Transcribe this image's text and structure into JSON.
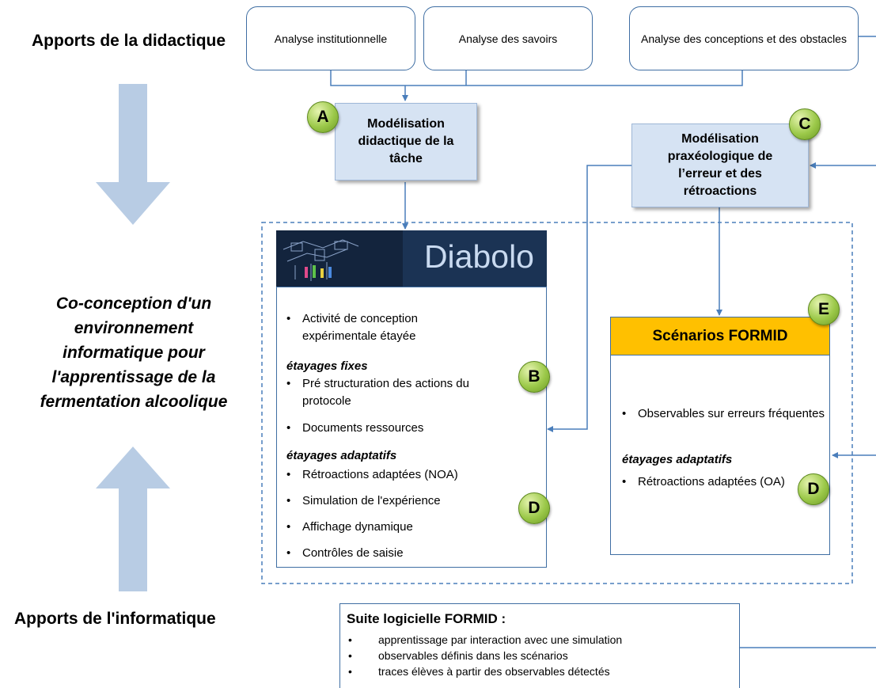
{
  "headings": {
    "didactique": "Apports de la didactique",
    "informatique": "Apports de l'informatique"
  },
  "center_text": [
    "Co-conception d'un",
    "environnement",
    "informatique pour",
    "l'apprentissage de la",
    "fermentation alcoolique"
  ],
  "top_boxes": [
    "Analyse institutionnelle",
    "Analyse des savoirs",
    "Analyse des conceptions et des obstacles"
  ],
  "box_a": "Modélisation didactique de la tâche",
  "box_c": "Modélisation praxéologique de l’erreur et des rétroactions",
  "badges": {
    "a": "A",
    "b": "B",
    "c": "C",
    "d1": "D",
    "d2": "D",
    "e": "E"
  },
  "diabolo": {
    "logo": "Diabolo",
    "item1": "Activité de conception expérimentale étayée",
    "fixes_label": "étayages fixes",
    "fixes": [
      "Pré structuration des actions du protocole",
      "Documents ressources"
    ],
    "adaptatifs_label": "étayages adaptatifs",
    "adaptatifs": [
      "Rétroactions adaptées (NOA)",
      "Simulation de l'expérience",
      "Affichage dynamique",
      "Contrôles de saisie"
    ]
  },
  "formid": {
    "title": "Scénarios FORMID",
    "item1": "Observables sur erreurs fréquentes",
    "adaptatifs_label": "étayages adaptatifs",
    "item2": "Rétroactions adaptées (OA)"
  },
  "suite": {
    "title": "Suite logicielle FORMID :",
    "items": [
      "apprentissage par interaction avec une simulation",
      "observables définis dans les scénarios",
      "traces élèves à partir des observables  détectés"
    ]
  },
  "colors": {
    "line_blue": "#4a7ebb",
    "box_fill": "#d6e3f3",
    "arrow_fill": "#b8cce4",
    "formid_header": "#ffc000",
    "badge_green": "#9cc94a"
  }
}
